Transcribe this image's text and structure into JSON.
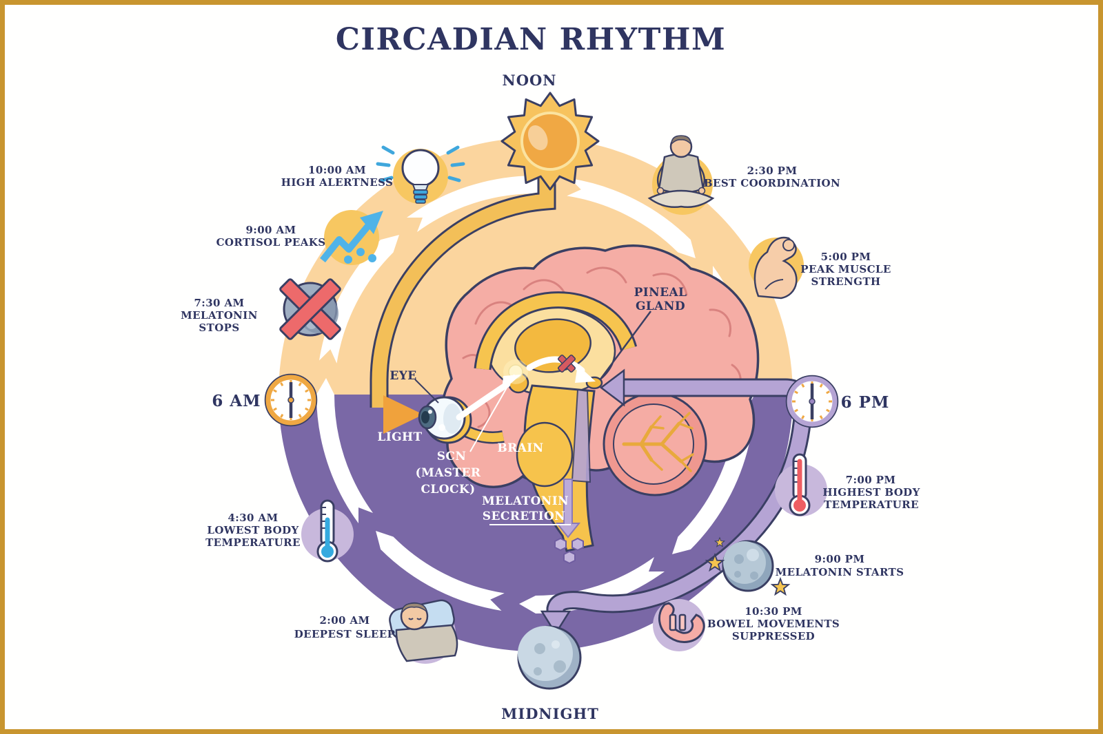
{
  "title": "CIRCADIAN RHYTHM",
  "clock": {
    "noon": "NOON",
    "midnight": "MIDNIGHT",
    "six_am": "6 AM",
    "six_pm": "6 PM",
    "six_am_icon": "analog-clock-icon",
    "six_pm_icon": "analog-clock-icon",
    "noon_icon": "sun-icon",
    "midnight_icon": "full-moon-icon"
  },
  "events": {
    "high_alertness": {
      "time": "10:00 AM",
      "line2": "HIGH ALERTNESS",
      "icon": "lightbulb-icon"
    },
    "cortisol_peaks": {
      "time": "9:00 AM",
      "line2": "CORTISOL PEAKS",
      "icon": "trend-up-arrow-icon"
    },
    "melatonin_stops": {
      "time": "7:30 AM",
      "line2": "MELATONIN",
      "line3": "STOPS",
      "icon": "crossed-moon-icon"
    },
    "lowest_body_temp": {
      "time": "4:30 AM",
      "line2": "LOWEST BODY",
      "line3": "TEMPERATURE",
      "icon": "cold-thermometer-icon"
    },
    "deepest_sleep": {
      "time": "2:00 AM",
      "line2": "DEEPEST SLEEP",
      "icon": "sleeping-person-icon"
    },
    "best_coordination": {
      "time": "2:30 PM",
      "line2": "BEST COORDINATION",
      "icon": "meditating-person-icon"
    },
    "peak_muscle": {
      "time": "5:00 PM",
      "line2": "PEAK MUSCLE",
      "line3": "STRENGTH",
      "icon": "flexed-biceps-icon"
    },
    "highest_body_temp": {
      "time": "7:00 PM",
      "line2": "HIGHEST BODY",
      "line3": "TEMPERATURE",
      "icon": "hot-thermometer-icon"
    },
    "melatonin_starts": {
      "time": "9:00 PM",
      "line2": "MELATONIN STARTS",
      "icon": "moon-and-stars-icon"
    },
    "bowel_suppressed": {
      "time": "10:30 PM",
      "line2": "BOWEL MOVEMENTS",
      "line3": "SUPPRESSED",
      "icon": "stomach-pause-icon"
    }
  },
  "anatomy": {
    "eye": "EYE",
    "light": "LIGHT",
    "scn1": "SCN",
    "scn2": "(MASTER",
    "scn3": "CLOCK)",
    "brain": "BRAIN",
    "pineal1": "PINEAL",
    "pineal2": "GLAND",
    "melatonin1": "MELATONIN",
    "melatonin2": "SECRETION"
  },
  "colors": {
    "day_half": "#FBD59E",
    "night_half": "#7A68A6",
    "cycle_ring": "#FFFFFF",
    "light_pipe": "#F3BF58",
    "light_arrow": "#F0A23C",
    "melatonin_pipe": "#B5A4D4",
    "outline_navy": "#3A3F63",
    "text_navy": "#2F3561",
    "icon_circle_day": "#F7C761",
    "icon_circle_night": "#C8B8DC",
    "alert_red": "#ED6A6B",
    "info_blue": "#4FB3E8",
    "frame_gold": "#C8952F"
  }
}
